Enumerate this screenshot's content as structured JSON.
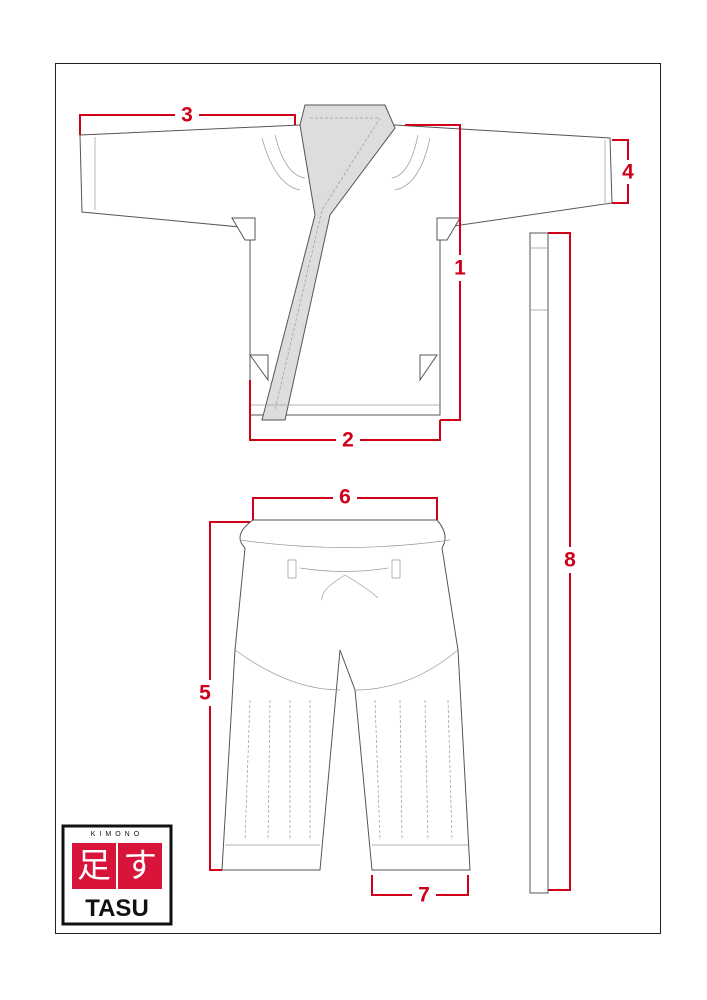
{
  "diagram": {
    "measurements": [
      {
        "id": "1",
        "label": "1"
      },
      {
        "id": "2",
        "label": "2"
      },
      {
        "id": "3",
        "label": "3"
      },
      {
        "id": "4",
        "label": "4"
      },
      {
        "id": "5",
        "label": "5"
      },
      {
        "id": "6",
        "label": "6"
      },
      {
        "id": "7",
        "label": "7"
      },
      {
        "id": "8",
        "label": "8"
      }
    ],
    "accent_color": "#d0001a"
  },
  "logo": {
    "top": "KIMONO",
    "kanji": "足す",
    "brand": "TASU"
  }
}
